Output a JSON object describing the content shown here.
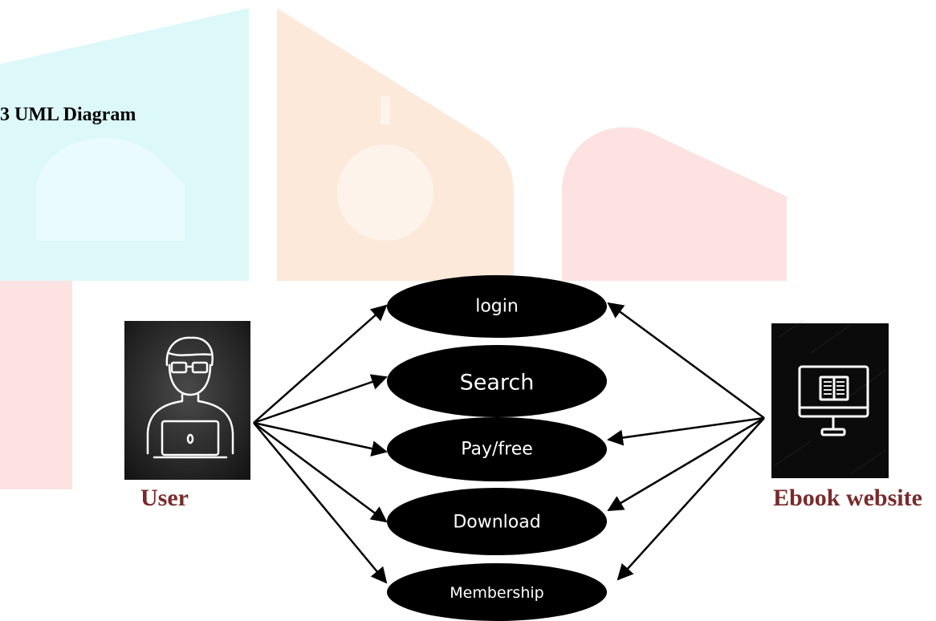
{
  "heading": {
    "text": "3 UML Diagram"
  },
  "actors": {
    "user": {
      "label": "User",
      "icon": "user-laptop-icon"
    },
    "ebook": {
      "label": "Ebook website",
      "icon": "ebook-monitor-icon"
    }
  },
  "use_cases": [
    {
      "label": "login"
    },
    {
      "label": "Search"
    },
    {
      "label": "Pay/free"
    },
    {
      "label": "Download"
    },
    {
      "label": "Membership"
    }
  ],
  "colors": {
    "use_case_fill": "#000000",
    "use_case_text": "#ffffff",
    "actor_label": "#7a2a2a",
    "watermark_cyan": "#d4f6f8",
    "watermark_orange": "#fde6d6",
    "watermark_red": "#fcdcdc"
  }
}
